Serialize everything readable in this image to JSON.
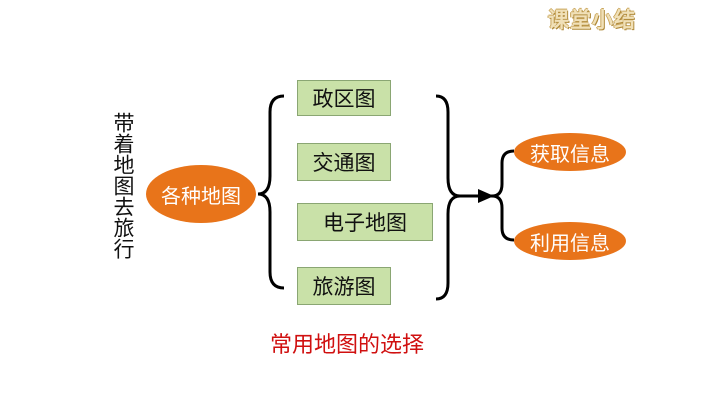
{
  "corner_title": "课堂小结",
  "vertical_title": "带着地图去旅行",
  "main_node": "各种地图",
  "map_types": [
    "政区图",
    "交通图",
    "电子地图",
    "旅游图"
  ],
  "outcomes": [
    "获取信息",
    "利用信息"
  ],
  "caption": "常用地图的选择",
  "colors": {
    "oval": "#e8741a",
    "box_fill": "#c9e1a8",
    "caption": "#d01010"
  }
}
